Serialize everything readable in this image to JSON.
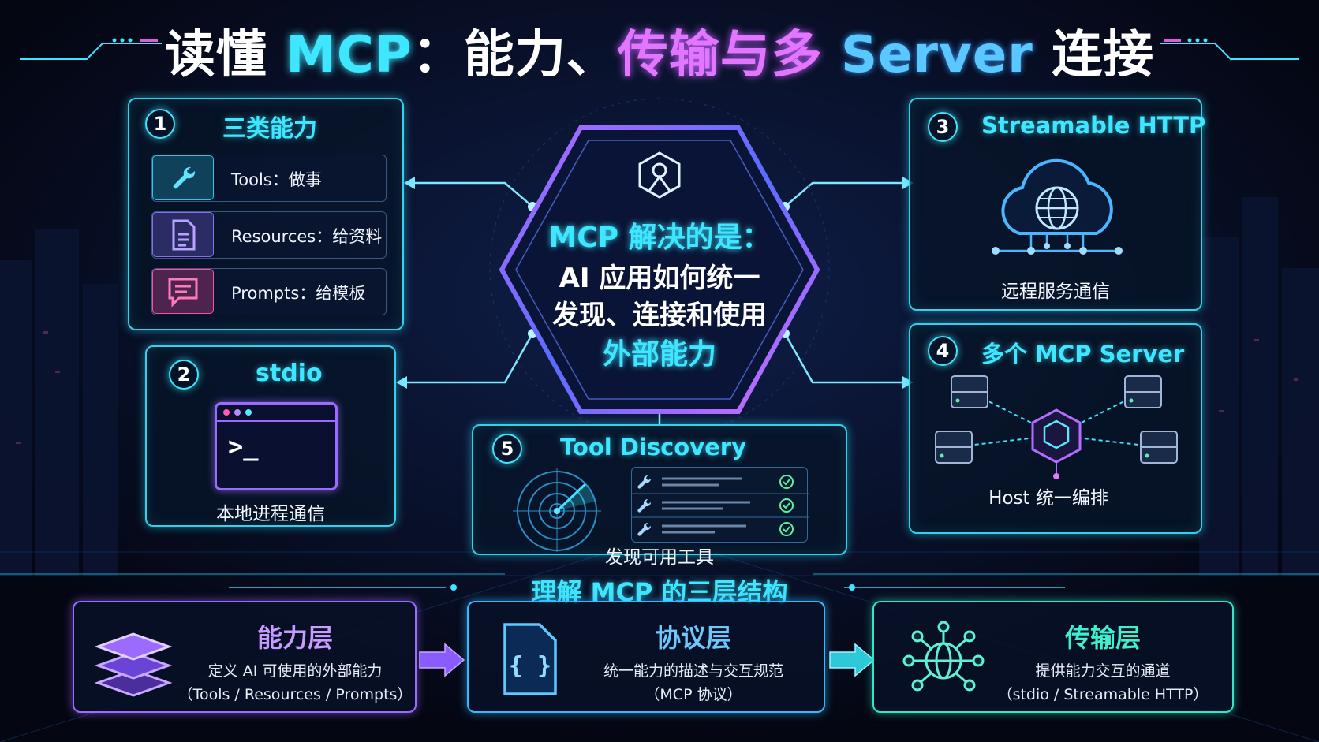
{
  "title": {
    "part1": "读懂",
    "part2": "MCP",
    "part3": "：能力、",
    "part4": "传输与多",
    "part5": "Server",
    "part6": "连接"
  },
  "center": {
    "line1": "MCP 解决的是：",
    "line2": "AI 应用如何统一",
    "line3": "发现、连接和使用",
    "line4": "外部能力"
  },
  "panels": {
    "p1": {
      "num": "1",
      "title": "三类能力",
      "items": [
        {
          "label": "Tools：做事",
          "icon": "wrench-icon",
          "color": "#27c7e6"
        },
        {
          "label": "Resources：给资料",
          "icon": "document-icon",
          "color": "#8a6cf0"
        },
        {
          "label": "Prompts：给模板",
          "icon": "chat-bubble-icon",
          "color": "#ff4fa0"
        }
      ]
    },
    "p2": {
      "num": "2",
      "title": "stdio",
      "terminal": ">_",
      "caption": "本地进程通信"
    },
    "p3": {
      "num": "3",
      "title": "Streamable HTTP",
      "caption": "远程服务通信"
    },
    "p4": {
      "num": "4",
      "title": "多个 MCP Server",
      "caption": "Host 统一编排"
    },
    "p5": {
      "num": "5",
      "title": "Tool Discovery",
      "caption": "发现可用工具"
    }
  },
  "section_title": "理解 MCP 的三层结构",
  "layers": [
    {
      "title": "能力层",
      "desc": "定义 AI 可使用的外部能力",
      "sub": "（Tools / Resources / Prompts）",
      "color": "#9b6bff",
      "icon": "layers-icon"
    },
    {
      "title": "协议层",
      "desc": "统一能力的描述与交互规范",
      "sub": "（MCP 协议）",
      "color": "#3ab8ff",
      "icon": "code-file-icon"
    },
    {
      "title": "传输层",
      "desc": "提供能力交互的通道",
      "sub": "（stdio / Streamable HTTP）",
      "color": "#2ee8c8",
      "icon": "network-globe-icon"
    }
  ],
  "colors": {
    "cyan": "#3ee6ff",
    "purple": "#9b6bff",
    "pink": "#e276ff",
    "teal": "#2ee8c8"
  }
}
